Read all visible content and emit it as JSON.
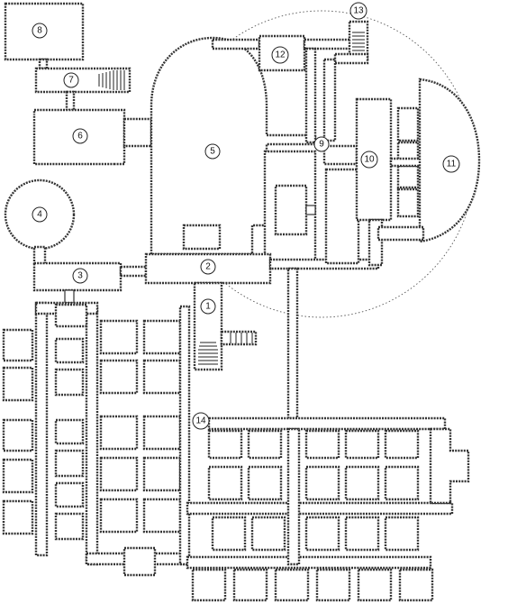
{
  "map": {
    "room_labels": [
      {
        "id": "room-1",
        "text": "1"
      },
      {
        "id": "room-2",
        "text": "2"
      },
      {
        "id": "room-3",
        "text": "3"
      },
      {
        "id": "room-4",
        "text": "4"
      },
      {
        "id": "room-5",
        "text": "5"
      },
      {
        "id": "room-6",
        "text": "6"
      },
      {
        "id": "room-7",
        "text": "7"
      },
      {
        "id": "room-8",
        "text": "8"
      },
      {
        "id": "room-9",
        "text": "9"
      },
      {
        "id": "room-10",
        "text": "10"
      },
      {
        "id": "room-11",
        "text": "11"
      },
      {
        "id": "room-12",
        "text": "12"
      },
      {
        "id": "room-13",
        "text": "13"
      },
      {
        "id": "room-14",
        "text": "14"
      }
    ],
    "colors": {
      "line": "#333333",
      "background": "#ffffff"
    }
  }
}
